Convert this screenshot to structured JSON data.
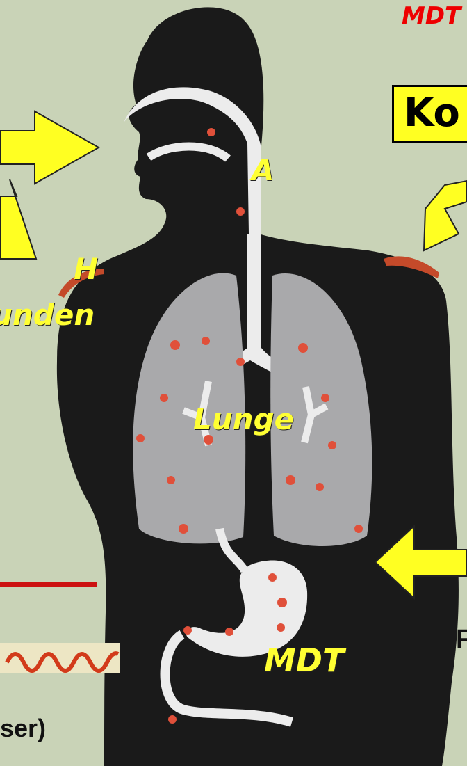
{
  "labels": {
    "mdt_top": "MDT",
    "ko_box": "Ko",
    "a": "A",
    "h": "H",
    "wunden": "unden",
    "lunge": "Lunge",
    "mdt_mid": "MDT",
    "ser": "ser)",
    "f": "F"
  },
  "colors": {
    "background": "#c9d3b7",
    "body": "#1a1a1a",
    "lung": "#a9a9ab",
    "airway": "#ececec",
    "arrow": "#ffff22",
    "infection": "#e0503a",
    "red_line": "#cc1111"
  },
  "icons": [
    "arrow-icon",
    "wave-icon",
    "infection-spot-icon"
  ]
}
